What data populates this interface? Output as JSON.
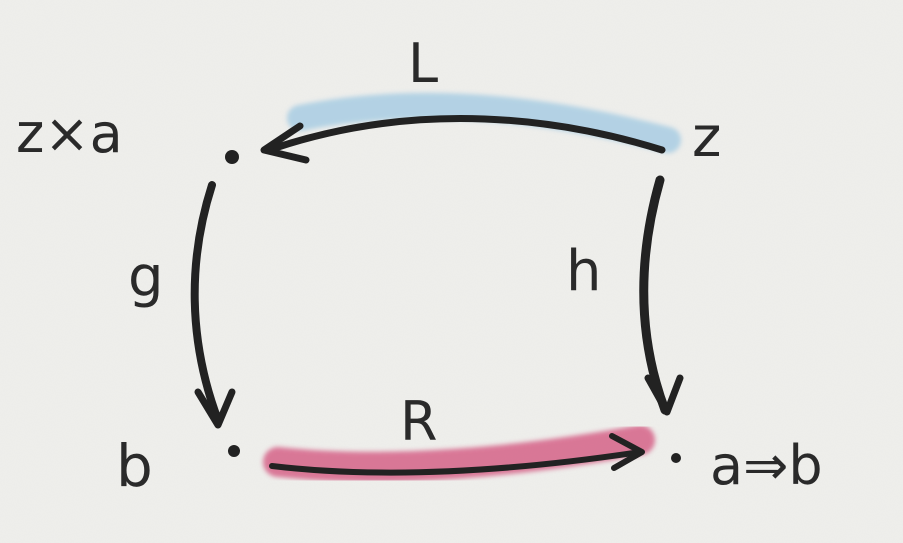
{
  "diagram": {
    "objects": {
      "top_left": "z×a",
      "top_right": "z",
      "bottom_left": "b",
      "bottom_right": "a⇒b"
    },
    "arrows": {
      "top": "L",
      "left": "g",
      "right": "h",
      "bottom": "R"
    }
  },
  "colors": {
    "paper": "#efefec",
    "ink": "#222222",
    "highlight_top": "#a9cde3",
    "highlight_bottom": "#d45a82"
  }
}
